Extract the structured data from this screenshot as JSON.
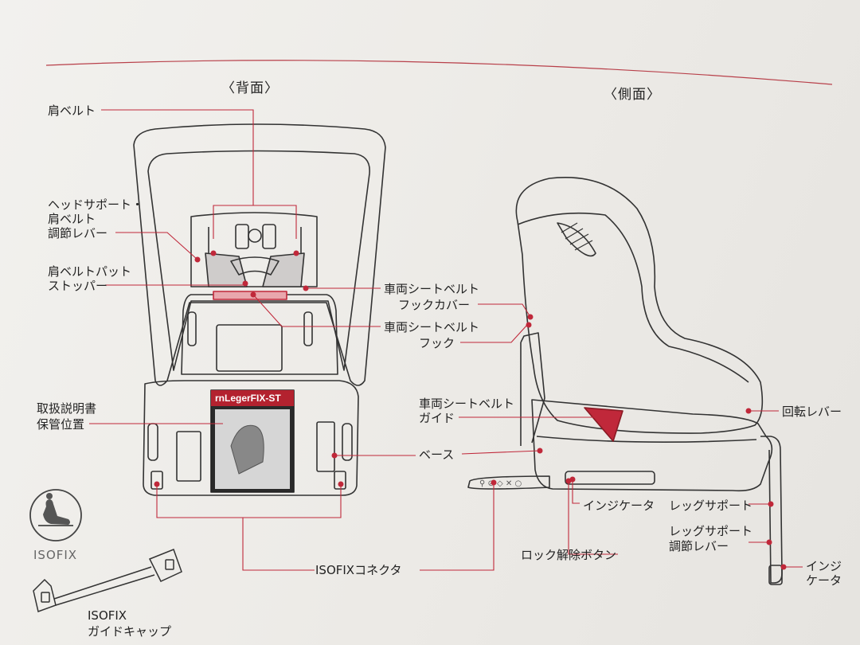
{
  "headers": {
    "back": "〈背面〉",
    "side": "〈側面〉"
  },
  "product_label": "rnLegerFIX-ST",
  "iso_logo_text": "ISOFIX",
  "colors": {
    "accent": "#c0283a",
    "line": "#333333",
    "paper": "#efeeeb"
  },
  "labels": {
    "kata_belt": "肩ベルト",
    "head_support_1": "ヘッドサポート・",
    "head_support_2": "肩ベルト",
    "head_support_3": "調節レバー",
    "pad_stopper_1": "肩ベルトパット",
    "pad_stopper_2": "ストッパー",
    "hook_cover_1": "車両シートベルト",
    "hook_cover_2": "フックカバー",
    "hook_1": "車両シートベルト",
    "hook_2": "フック",
    "manual_1": "取扱説明書",
    "manual_2": "保管位置",
    "guide_1": "車両シートベルト",
    "guide_2": "ガイド",
    "base": "ベース",
    "rotate_lever": "回転レバー",
    "indicator": "インジケータ",
    "leg_support": "レッグサポート",
    "leg_adjust_1": "レッグサポート",
    "leg_adjust_2": "調節レバー",
    "unlock_button": "ロック解除ボタン",
    "isofix_connector": "ISOFIXコネクタ",
    "indicator2_1": "インジ",
    "indicator2_2": "ケータ",
    "guide_cap_1": "ISOFIX",
    "guide_cap_2": "ガイドキャップ"
  }
}
